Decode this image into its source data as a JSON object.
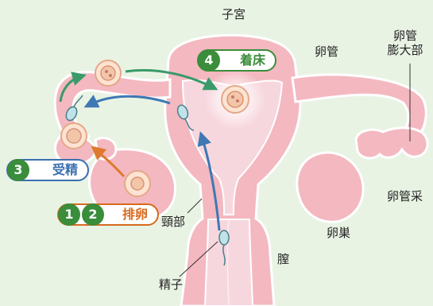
{
  "labels": {
    "uterus": "子宮",
    "fallopian_tube": "卵管",
    "ampulla_line1": "卵管",
    "ampulla_line2": "膨大部",
    "fimbriae": "卵管采",
    "cervix": "頸部",
    "ovary": "卵巣",
    "vagina": "膣",
    "sperm": "精子"
  },
  "steps": {
    "implantation": {
      "number": "4",
      "label": "着床",
      "color": "#3a8d3b"
    },
    "fertilization": {
      "number": "3",
      "label": "受精",
      "color": "#3b6fb0"
    },
    "ovulation": {
      "number_a": "1",
      "number_b": "2",
      "label": "排卵",
      "color": "#d66a1e"
    }
  },
  "colors": {
    "background": "#e9f3e4",
    "organ_fill": "#f4b8c0",
    "inner_fill": "#f7d7de",
    "organ_stroke": "#ffffff",
    "step_badge": "#3a8d3b",
    "arrow_green": "#3a9a6a",
    "arrow_blue": "#3e78b4",
    "arrow_orange": "#dd7a2e"
  }
}
